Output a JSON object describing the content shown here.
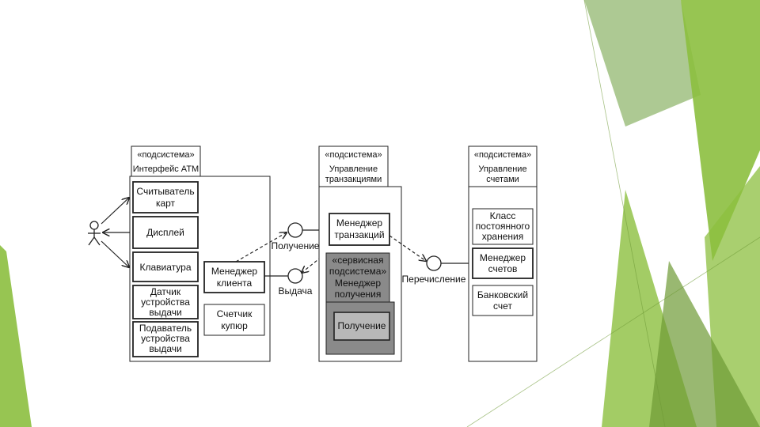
{
  "colors": {
    "accent_green": "#8cbf3f",
    "accent_green_dark": "#6e9a35",
    "accent_green_muted": "#9fbf80",
    "line": "#222222",
    "shaded_dark": "#8a8a8a",
    "shaded_light": "#b8b8b8"
  },
  "subsystem_atm": {
    "stereotype": "«подсистема»",
    "name": "Интерфейс ATM",
    "components": {
      "card_reader": [
        "Считыватель",
        "карт"
      ],
      "display": [
        "Дисплей"
      ],
      "keyboard": [
        "Клавиатура"
      ],
      "dispense_sensor": [
        "Датчик",
        "устройства",
        "выдачи"
      ],
      "dispenser": [
        "Подаватель",
        "устройства",
        "выдачи"
      ],
      "client_manager": [
        "Менеджер",
        "клиента"
      ],
      "bill_counter": [
        "Счетчик",
        "купюр"
      ]
    }
  },
  "subsystem_transactions": {
    "stereotype": "«подсистема»",
    "name": [
      "Управление",
      "транзакциями"
    ],
    "transaction_manager": [
      "Менеджер",
      "транзакций"
    ],
    "service_subsystem": {
      "lines": [
        "«сервисная",
        "подсистема»",
        "Менеджер",
        "получения"
      ],
      "inner": "Получение"
    }
  },
  "subsystem_accounts": {
    "stereotype": "«подсистема»",
    "name": [
      "Управление",
      "счетами"
    ],
    "components": {
      "persistence_class": [
        "Класс",
        "постоянного",
        "хранения"
      ],
      "account_manager": [
        "Менеджер",
        "счетов"
      ],
      "bank_account": [
        "Банковский",
        "счет"
      ]
    }
  },
  "interfaces": {
    "receive": "Получение",
    "dispense": "Выдача",
    "transfer": "Перечисление"
  }
}
